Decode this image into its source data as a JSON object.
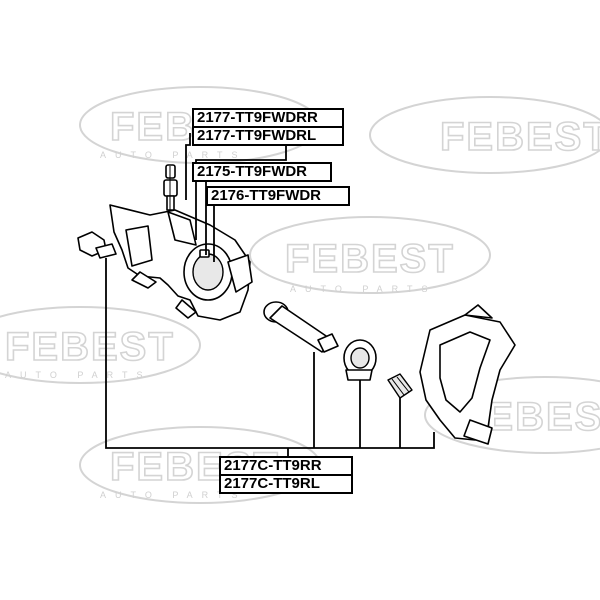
{
  "watermark": {
    "brand": "FEBEST",
    "tagline": "AUTO PARTS"
  },
  "labels": {
    "caliper_rr": "2177-TT9FWDRR",
    "caliper_rl": "2177-TT9FWDRL",
    "piston": "2175-TT9FWDR",
    "piston_seal": "2176-TT9FWDR",
    "kit_rr": "2177C-TT9RR",
    "kit_rl": "2177C-TT9RL"
  }
}
